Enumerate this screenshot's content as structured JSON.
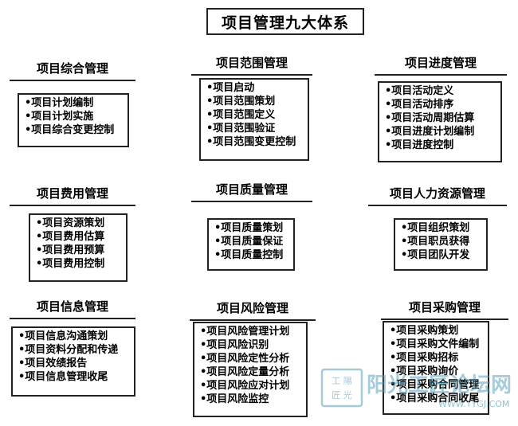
{
  "title": "项目管理九大体系",
  "sections": [
    {
      "heading": "项目综合管理",
      "items": [
        "•项目计划编制",
        "•项目计划实施",
        "•项目综合变更控制"
      ]
    },
    {
      "heading": "项目范围管理",
      "items": [
        "•项目启动",
        "•项目范围策划",
        "•项目范围定义",
        "•项目范围验证",
        "•项目范围变更控制"
      ]
    },
    {
      "heading": "项目进度管理",
      "items": [
        "•项目活动定义",
        "•项目活动排序",
        "•项目活动周期估算",
        "•项目进度计划编制",
        "•项目进度控制"
      ]
    },
    {
      "heading": "项目费用管理",
      "items": [
        "•项目资源策划",
        "•项目费用估算",
        "•项目费用预算",
        "•项目费用控制"
      ]
    },
    {
      "heading": "项目质量管理",
      "items": [
        "•项目质量策划",
        "•项目质量保证",
        "•项目质量控制"
      ]
    },
    {
      "heading": "项目人力资源管理",
      "items": [
        "•项目组织策划",
        "•项目职员获得",
        "•项目团队开发"
      ]
    },
    {
      "heading": "项目信息管理",
      "items": [
        "•项目信息沟通策划",
        "•项目资料分配和传递",
        "•项目效绩报告",
        "•项目信息管理收尾"
      ]
    },
    {
      "heading": "项目风险管理",
      "items": [
        "•项目风险管理计划",
        "•项目风险识别",
        "•项目风险定性分析",
        "•项目风险定量分析",
        "•项目风险应对计划",
        "•项目风险监控"
      ]
    },
    {
      "heading": "项目采购管理",
      "items": [
        "•项目采购策划",
        "•项目采购文件编制",
        "•项目采购招标",
        "•项目采购询价",
        "•项目采购合同管理",
        "•项目采购合同收尾"
      ]
    }
  ],
  "watermark": {
    "seal_top": "工 陽",
    "seal_bottom": "匠 光",
    "text": "阳光工匠论坛网",
    "url": "WWW.TYGJ.COM"
  }
}
